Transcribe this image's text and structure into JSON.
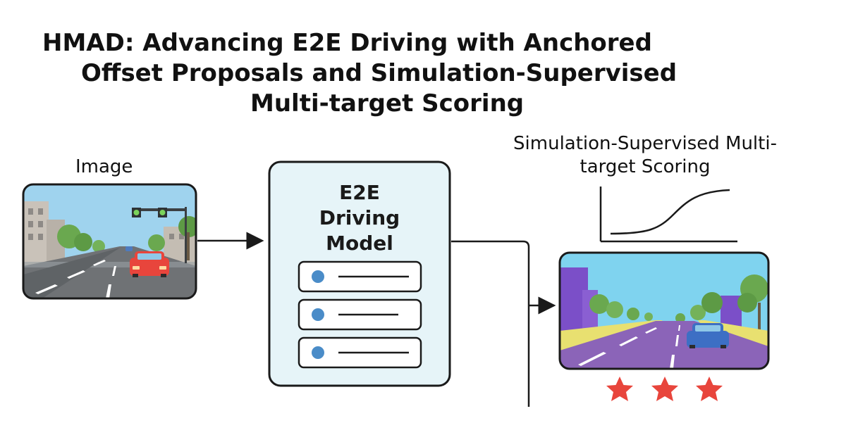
{
  "title": {
    "line1": "HMAD: Advancing E2E Driving with Anchored",
    "line2": "Offset Proposals and Simulation-Supervised",
    "line3": "Multi-target Scoring"
  },
  "input": {
    "label": "Image"
  },
  "model": {
    "label_line1": "E2E",
    "label_line2": "Driving",
    "label_line3": "Model",
    "proposal_count": 3
  },
  "scoring": {
    "label": "Simulation-Supervised Multi-target Scoring",
    "rating_stars": 3
  },
  "colors": {
    "model_fill": "#e6f4f8",
    "stroke": "#1a1a1a",
    "dot_blue": "#4a8cc8",
    "star_red": "#e8453c",
    "sim_road": "#8b64b8",
    "sim_sky": "#7fd3ef",
    "sim_building": "#7b4fc8"
  }
}
